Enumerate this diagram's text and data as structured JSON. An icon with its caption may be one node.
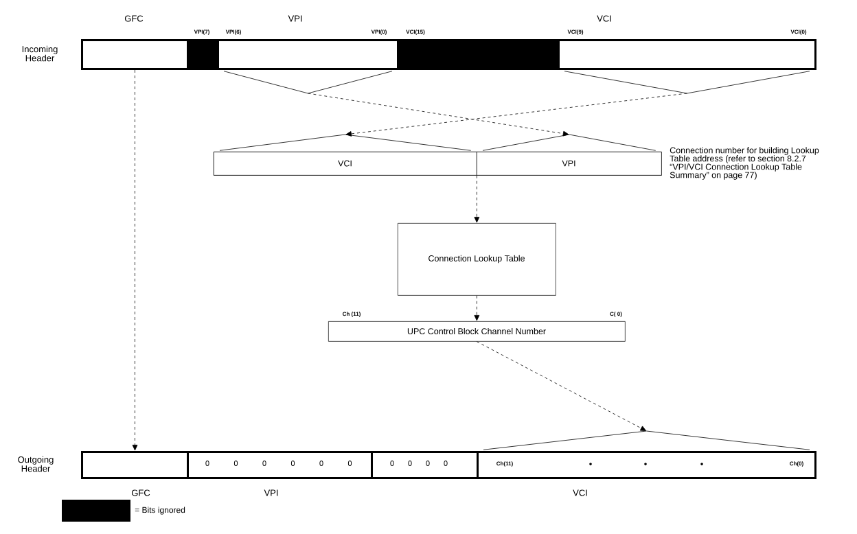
{
  "diagram": {
    "nodes": [
      {
        "text": [],
        "shape": "box"
      },
      {
        "text": [
          "VPI(7)"
        ]
      },
      {
        "text": [
          "VPI(6)",
          "VPI(0)"
        ]
      },
      {
        "text": [
          "VCI(15)"
        ]
      },
      {
        "text": [
          "VCI(9)",
          "VCI(0)"
        ]
      },
      {
        "text": [],
        "shape": "box",
        "beside": [
          "Connection number for building Lookup Table address (refer to section 8.2.7 “VPI/VCI Connection Lookup Table Summary” on page 77)"
        ]
      },
      {
        "text": [
          "VCI"
        ],
        "in": 5
      },
      {
        "text": [
          "VPI"
        ],
        "in": 5
      },
      {
        "text": [
          "Connection Lookup Table"
        ]
      },
      {
        "text": [
          "UPC Control Block Channel Number"
        ],
        "beside": [
          "Ch (11)",
          "C( 0)"
        ]
      },
      {
        "text": [],
        "shape": "box"
      },
      {
        "text": [
          "0",
          "0",
          "0",
          "0",
          "0",
          "0"
        ]
      },
      {
        "text": [
          "0",
          "0",
          "0",
          "0"
        ]
      },
      {
        "text": [
          "Ch(11)",
          "Ch(0)"
        ]
      }
    ],
    "edges": [
      {
        "from": 0,
        "to": 10,
        "arrow": "to",
        "style": "dashed"
      },
      {
        "from": 2,
        "to": 7,
        "arrow": "to",
        "style": "dashed"
      },
      {
        "from": 4,
        "to": 6,
        "arrow": "to",
        "style": "dashed"
      },
      {
        "from": 5,
        "to": 8,
        "arrow": "to",
        "style": "dashed"
      },
      {
        "from": 8,
        "to": 9,
        "arrow": "to",
        "style": "dashed"
      },
      {
        "from": 9,
        "to": 13,
        "arrow": "to",
        "style": "dashed"
      }
    ],
    "labels": [
      "Incoming Header",
      "GFC",
      "VPI",
      "VCI",
      "Outgoing Header",
      "GFC",
      "VPI",
      "VCI"
    ],
    "legend": [
      {
        "text": "= Bits ignored",
        "color": "#000000"
      }
    ]
  }
}
